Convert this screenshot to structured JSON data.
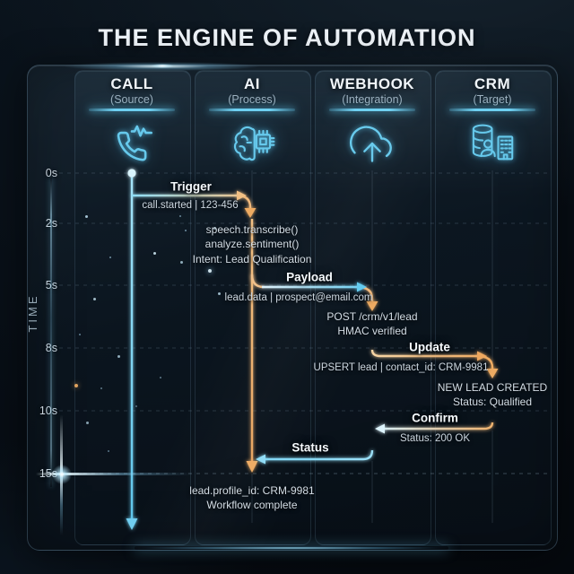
{
  "title": "THE ENGINE OF AUTOMATION",
  "time_axis": {
    "label": "TIME",
    "ticks": [
      "0s",
      "2s",
      "5s",
      "8s",
      "10s",
      "15s"
    ]
  },
  "lanes": [
    {
      "title": "CALL",
      "subtitle": "(Source)",
      "icon": "phone-pulse-icon"
    },
    {
      "title": "AI",
      "subtitle": "(Process)",
      "icon": "brain-chip-icon"
    },
    {
      "title": "WEBHOOK",
      "subtitle": "(Integration)",
      "icon": "cloud-upload-icon"
    },
    {
      "title": "CRM",
      "subtitle": "(Target)",
      "icon": "database-person-building-icon"
    }
  ],
  "messages": [
    {
      "label": "Trigger",
      "detail": "call.started | 123-456",
      "from": "CALL",
      "to": "AI"
    },
    {
      "label": "Payload",
      "detail": "lead.data | prospect@email.com",
      "from": "AI",
      "to": "WEBHOOK"
    },
    {
      "label": "Update",
      "detail": "UPSERT lead | contact_id: CRM-9981",
      "from": "WEBHOOK",
      "to": "CRM"
    },
    {
      "label": "Confirm",
      "detail": "Status: 200 OK",
      "from": "CRM",
      "to": "WEBHOOK"
    },
    {
      "label": "Status",
      "detail": "",
      "from": "WEBHOOK",
      "to": "AI"
    }
  ],
  "notes": {
    "ai_process": [
      "speech.transcribe()",
      "analyze.sentiment()",
      "Intent: Lead Qualification"
    ],
    "webhook": [
      "POST /crm/v1/lead",
      "HMAC verified"
    ],
    "crm": [
      "NEW LEAD CREATED",
      "Status: Qualified"
    ],
    "completion": [
      "lead.profile_id: CRM-9981",
      "Workflow complete"
    ]
  },
  "colors": {
    "accent_cyan": "#5fc8ee",
    "accent_orange": "#eeab62",
    "background": "#070d13",
    "panel": "#101c27",
    "text_primary": "#f0f5f9",
    "text_secondary": "#9db0be"
  }
}
